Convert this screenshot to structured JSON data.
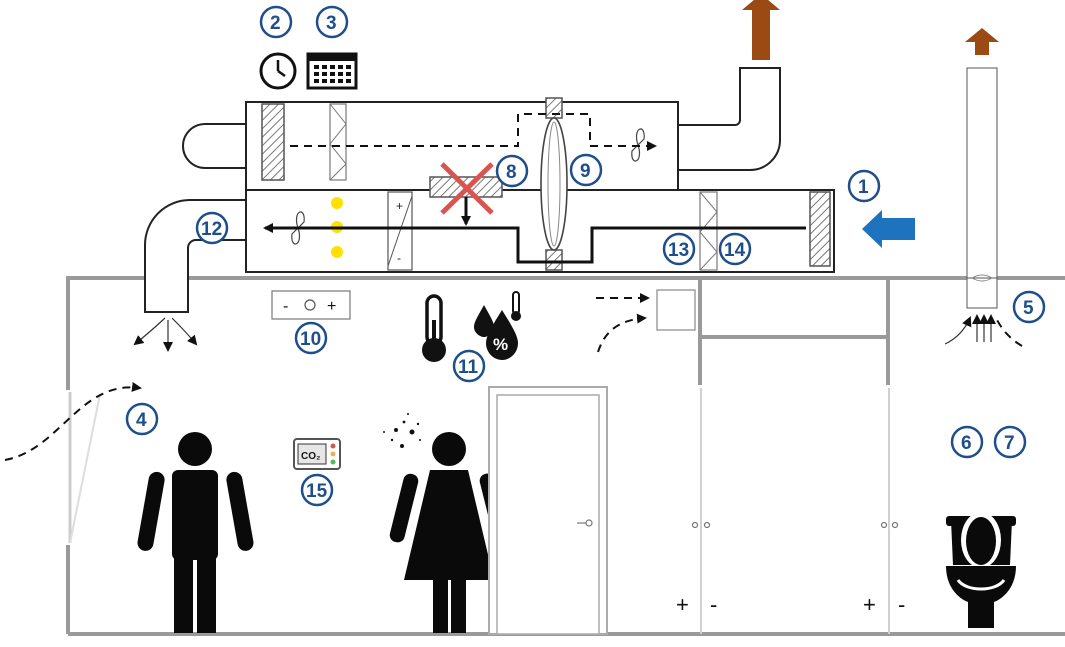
{
  "labels": {
    "n1": "1",
    "n2": "2",
    "n3": "3",
    "n4": "4",
    "n5": "5",
    "n6": "6",
    "n7": "7",
    "n8": "8",
    "n9": "9",
    "n10": "10",
    "n11": "11",
    "n12": "12",
    "n13": "13",
    "n14": "14",
    "n15": "15"
  },
  "slider": {
    "minus": "-",
    "plus": "+"
  },
  "heater": {
    "plus": "+",
    "minus": "-"
  },
  "co2": {
    "label": "CO₂"
  },
  "humidity": {
    "symbol": "%"
  },
  "doors": {
    "left_plus": "+",
    "left_minus": "-",
    "right_plus": "+",
    "right_minus": "-"
  },
  "colors": {
    "number": "#1f4e8c",
    "fresh_air_arrow": "#1e73be",
    "exhaust_arrow": "#9a4a12",
    "bypass_cross": "#d9534f",
    "led": "#ffe000",
    "wall": "#9a9a9a"
  }
}
